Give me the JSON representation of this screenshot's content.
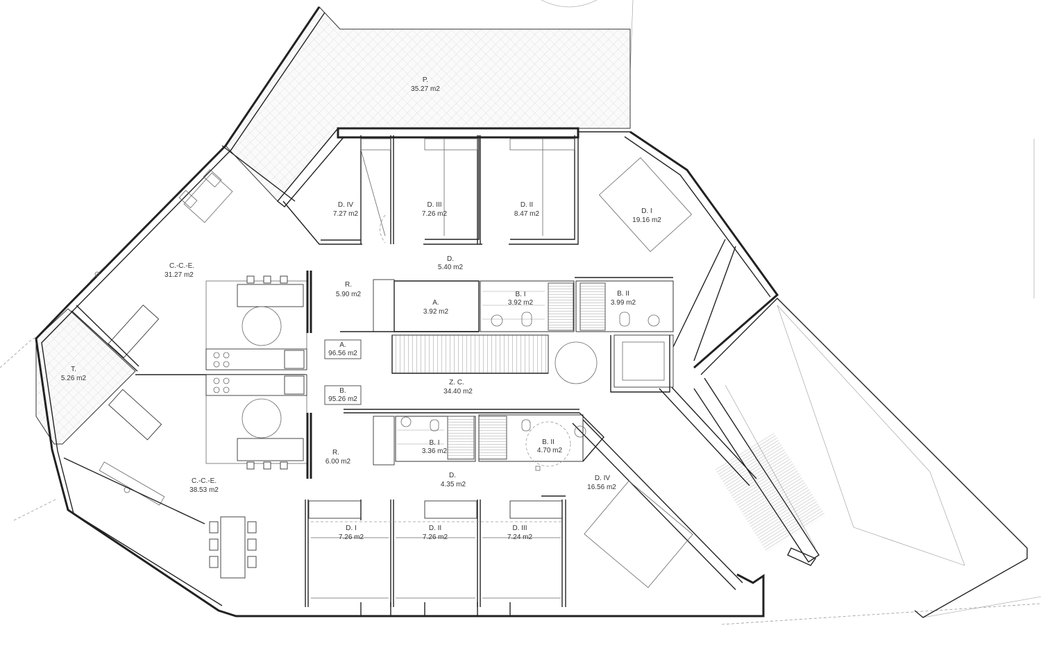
{
  "plan": {
    "rooms": [
      {
        "id": "p",
        "name": "P.",
        "area": "35.27 m2"
      },
      {
        "id": "d4-top",
        "name": "D. IV",
        "area": "7.27 m2"
      },
      {
        "id": "d3-top",
        "name": "D. III",
        "area": "7.26 m2"
      },
      {
        "id": "d2-top",
        "name": "D. II",
        "area": "8.47 m2"
      },
      {
        "id": "d1-top",
        "name": "D. I",
        "area": "19.16 m2"
      },
      {
        "id": "cce-top",
        "name": "C.-C.-E.",
        "area": "31.27 m2"
      },
      {
        "id": "d-top",
        "name": "D.",
        "area": "5.40 m2"
      },
      {
        "id": "r-top",
        "name": "R.",
        "area": "5.90 m2"
      },
      {
        "id": "a",
        "name": "A.",
        "area": "3.92 m2"
      },
      {
        "id": "b1-top",
        "name": "B. I",
        "area": "3.92 m2"
      },
      {
        "id": "b2-top",
        "name": "B. II",
        "area": "3.99 m2"
      },
      {
        "id": "t",
        "name": "T.",
        "area": "5.26 m2"
      },
      {
        "id": "zc",
        "name": "Z. C.",
        "area": "34.40 m2"
      },
      {
        "id": "b1-bot",
        "name": "B. I",
        "area": "3.36 m2"
      },
      {
        "id": "b2-bot",
        "name": "B. II",
        "area": "4.70 m2"
      },
      {
        "id": "r-bot",
        "name": "R.",
        "area": "6.00 m2"
      },
      {
        "id": "d-bot",
        "name": "D.",
        "area": "4.35 m2"
      },
      {
        "id": "d4-bot",
        "name": "D. IV",
        "area": "16.56 m2"
      },
      {
        "id": "cce-bot",
        "name": "C.-C.-E.",
        "area": "38.53 m2"
      },
      {
        "id": "d1-bot",
        "name": "D. I",
        "area": "7.26 m2"
      },
      {
        "id": "d2-bot",
        "name": "D. II",
        "area": "7.26 m2"
      },
      {
        "id": "d3-bot",
        "name": "D. III",
        "area": "7.24 m2"
      }
    ],
    "units": [
      {
        "id": "unit-a",
        "name": "A.",
        "area": "96.56 m2"
      },
      {
        "id": "unit-b",
        "name": "B.",
        "area": "95.26 m2"
      }
    ]
  }
}
